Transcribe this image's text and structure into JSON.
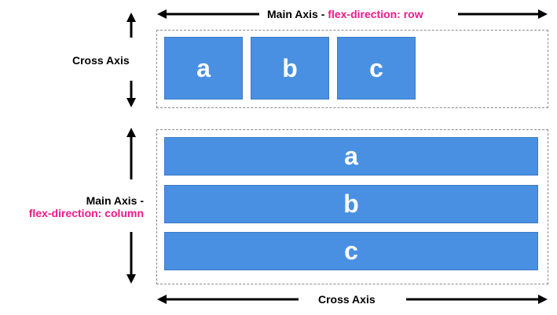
{
  "row_example": {
    "main_axis_label": "Main Axis - ",
    "main_axis_direction": "flex-direction: row",
    "cross_axis_label": "Cross Axis",
    "items": [
      "a",
      "b",
      "c"
    ]
  },
  "column_example": {
    "main_axis_label": "Main Axis -",
    "main_axis_direction": "flex-direction: column",
    "cross_axis_label": "Cross Axis",
    "items": [
      "a",
      "b",
      "c"
    ]
  },
  "colors": {
    "item_fill": "#4a90e2",
    "highlight_text": "#ee1a8b",
    "container_border": "#8c8c8c"
  }
}
